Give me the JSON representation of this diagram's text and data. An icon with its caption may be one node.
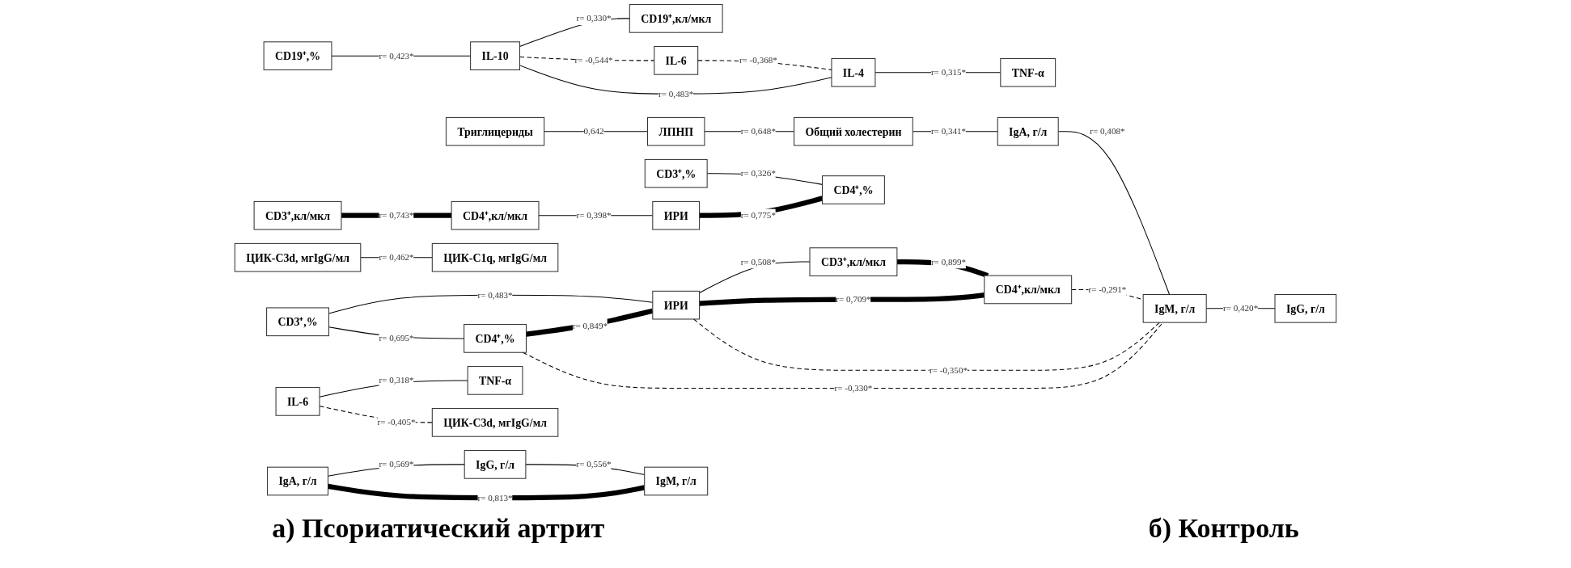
{
  "diagram": {
    "nodes": [
      {
        "text": [
          "CD19⁺,%"
        ]
      },
      {
        "text": [
          "IL-10"
        ]
      },
      {
        "text": [
          "CD19⁺,кл/мкл"
        ]
      },
      {
        "text": [
          "IL-6"
        ]
      },
      {
        "text": [
          "IL-4"
        ]
      },
      {
        "text": [
          "TNF-α"
        ]
      },
      {
        "text": [
          "CD3⁺,%"
        ]
      },
      {
        "text": [
          "ИРИ"
        ]
      },
      {
        "text": [
          "CD3⁺,кл/мкл"
        ]
      },
      {
        "text": [
          "Триглицериды"
        ]
      },
      {
        "text": [
          "ЛПНП"
        ]
      },
      {
        "text": [
          "CD4⁺,%"
        ]
      },
      {
        "text": [
          "CD4⁺,кл/мкл"
        ]
      },
      {
        "text": [
          "Общий холестерин"
        ]
      },
      {
        "text": [
          "IgA, г/л"
        ]
      },
      {
        "text": [
          "IgM, г/л"
        ]
      },
      {
        "text": [
          "IgG, г/л"
        ]
      },
      {
        "text": [
          "ЦИК-C3d, мгIgG/мл"
        ]
      },
      {
        "text": [
          "ЦИК-C1q, мгIgG/мл"
        ]
      },
      {
        "text": [
          "IL-6"
        ]
      },
      {
        "text": [
          "TNF-α"
        ]
      },
      {
        "text": [
          "ЦИК-C3d, мгIgG/мл"
        ]
      },
      {
        "text": [
          "CD3⁺,кл/мкл"
        ]
      },
      {
        "text": [
          "CD3⁺,%"
        ]
      },
      {
        "text": [
          "ИРИ"
        ]
      },
      {
        "text": [
          "CD4⁺,кл/мкл"
        ]
      },
      {
        "text": [
          "CD4⁺,%"
        ]
      },
      {
        "text": [
          "IgA, г/л"
        ]
      },
      {
        "text": [
          "IgG, г/л"
        ]
      },
      {
        "text": [
          "IgM, г/л"
        ]
      }
    ],
    "edges": [
      {
        "from": 0,
        "to": 1,
        "arrow": "none",
        "label": "r= 0,423*"
      },
      {
        "from": 1,
        "to": 2,
        "arrow": "none",
        "label": "r= 0,330*"
      },
      {
        "from": 1,
        "to": 3,
        "arrow": "none",
        "label": "r= -0,544*",
        "style": "dashed"
      },
      {
        "from": 1,
        "to": 4,
        "arrow": "none",
        "label": "r= 0,483*"
      },
      {
        "from": 3,
        "to": 4,
        "arrow": "none",
        "label": "r= -0,368*",
        "style": "dashed"
      },
      {
        "from": 4,
        "to": 5,
        "arrow": "none",
        "label": "r= 0,315*"
      },
      {
        "from": 6,
        "to": 7,
        "arrow": "none",
        "label": "r= 0,483*"
      },
      {
        "from": 7,
        "to": 8,
        "arrow": "none",
        "label": "r= 0,508*"
      },
      {
        "from": 6,
        "to": 11,
        "arrow": "none",
        "label": "r= 0,695*"
      },
      {
        "from": 8,
        "to": 12,
        "arrow": "none",
        "label": "r= 0,899*",
        "style": "thick"
      },
      {
        "from": 9,
        "to": 10,
        "arrow": "none",
        "label": "0,642"
      },
      {
        "from": 11,
        "to": 7,
        "arrow": "none",
        "label": "r= 0,849*",
        "style": "thick"
      },
      {
        "from": 7,
        "to": 12,
        "arrow": "none",
        "label": "r= 0,709*",
        "style": "thick"
      },
      {
        "from": 7,
        "to": 15,
        "arrow": "none",
        "label": "r= -0,350*",
        "style": "dashed"
      },
      {
        "from": 10,
        "to": 13,
        "arrow": "none",
        "label": "r= 0,648*"
      },
      {
        "from": 11,
        "to": 15,
        "arrow": "none",
        "label": "r= -0,330*",
        "style": "dashed"
      },
      {
        "from": 12,
        "to": 15,
        "arrow": "none",
        "label": "r= -0,291*",
        "style": "dashed"
      },
      {
        "from": 13,
        "to": 14,
        "arrow": "none",
        "label": "r= 0,341*"
      },
      {
        "from": 14,
        "to": 15,
        "arrow": "none",
        "label": "r= 0,408*"
      },
      {
        "from": 15,
        "to": 16,
        "arrow": "none",
        "label": "r= 0,420*"
      },
      {
        "from": 17,
        "to": 18,
        "arrow": "none",
        "label": "r= 0,462*"
      },
      {
        "from": 19,
        "to": 20,
        "arrow": "none",
        "label": "r= 0,318*"
      },
      {
        "from": 19,
        "to": 21,
        "arrow": "none",
        "label": "r= -0,405*",
        "style": "dashed"
      },
      {
        "from": 22,
        "to": 25,
        "arrow": "none",
        "label": "r= 0,743*",
        "style": "thick"
      },
      {
        "from": 25,
        "to": 24,
        "arrow": "none",
        "label": "r= 0,398*"
      },
      {
        "from": 24,
        "to": 26,
        "arrow": "none",
        "label": "r= 0,775*",
        "style": "thick"
      },
      {
        "from": 23,
        "to": 26,
        "arrow": "none",
        "label": "r= 0,326*"
      },
      {
        "from": 27,
        "to": 28,
        "arrow": "none",
        "label": "r= 0,569*"
      },
      {
        "from": 27,
        "to": 29,
        "arrow": "none",
        "label": "r= 0,813*",
        "style": "thick"
      },
      {
        "from": 28,
        "to": 29,
        "arrow": "none",
        "label": "r= 0,556*"
      }
    ],
    "labels": [
      "а) Псориатический артрит",
      "б) Контроль"
    ]
  }
}
